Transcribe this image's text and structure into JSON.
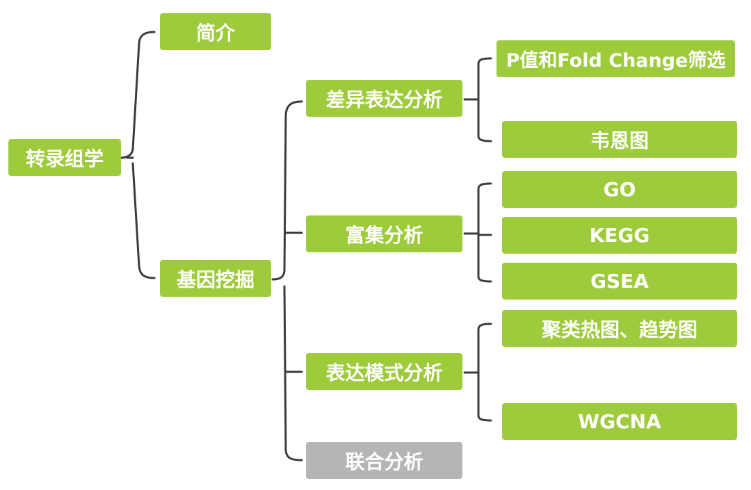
{
  "root": {
    "label": "转录组学"
  },
  "level1": [
    {
      "label": "简介"
    },
    {
      "label": "基因挖掘"
    }
  ],
  "level2": [
    {
      "label": "差异表达分析"
    },
    {
      "label": "富集分析"
    },
    {
      "label": "表达模式分析"
    },
    {
      "label": "联合分析"
    }
  ],
  "level3": [
    {
      "label": "P值和Fold Change筛选"
    },
    {
      "label": "韦恩图"
    },
    {
      "label": "GO"
    },
    {
      "label": "KEGG"
    },
    {
      "label": "GSEA"
    },
    {
      "label": "聚类热图、趋势图"
    },
    {
      "label": "WGCNA"
    }
  ],
  "colors": {
    "node_green": "#9dcb3b",
    "node_gray": "#b5b5b5",
    "connector": "#3c3c3c",
    "text": "#ffffff"
  }
}
